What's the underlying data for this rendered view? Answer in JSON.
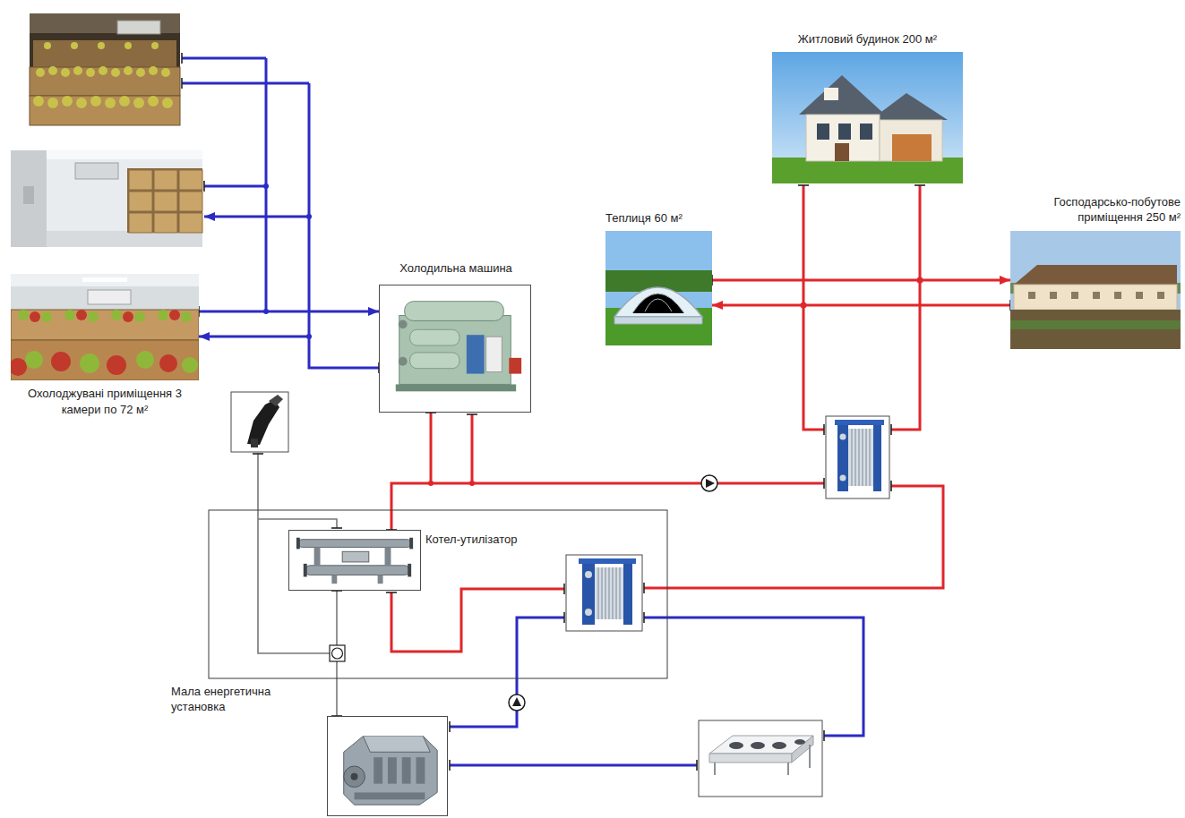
{
  "diagram": {
    "nodes": [
      {
        "text": [
          "Охолоджувані приміщення 3 камери по 72 м²"
        ]
      },
      {
        "text": [
          "Холодильна машина"
        ]
      },
      {
        "text": [
          "Житловий будинок 200 м²"
        ]
      },
      {
        "text": [
          "Теплиця 60 м²"
        ]
      },
      {
        "text": [
          "Господарсько-побутове приміщення 250 м²"
        ]
      },
      {
        "text": [
          "Котел-утилізатор"
        ]
      },
      {
        "text": [
          "Мала енергетична установка"
        ]
      }
    ],
    "edges": [
      {
        "from": 0,
        "to": 1,
        "arrow": "to"
      },
      {
        "from": 1,
        "to": 0,
        "arrow": "to"
      },
      {
        "from": 5,
        "to": 1,
        "arrow": "none"
      },
      {
        "from": 5,
        "to": 6,
        "arrow": "none"
      },
      {
        "from": 3,
        "to": 4,
        "arrow": "to"
      },
      {
        "from": 4,
        "to": 3,
        "arrow": "to"
      }
    ]
  }
}
